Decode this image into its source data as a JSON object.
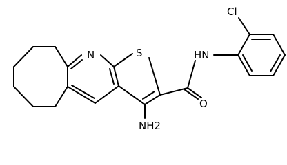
{
  "molecule": {
    "atom_labels": {
      "ring_nitrogen": "N",
      "sulfur": "S",
      "amide_nh": "HN",
      "chlorine": "Cl",
      "oxygen": "O",
      "amine": "NH2"
    },
    "colors": {
      "bond": "#000000",
      "text": "#000000",
      "background": "#ffffff"
    }
  }
}
